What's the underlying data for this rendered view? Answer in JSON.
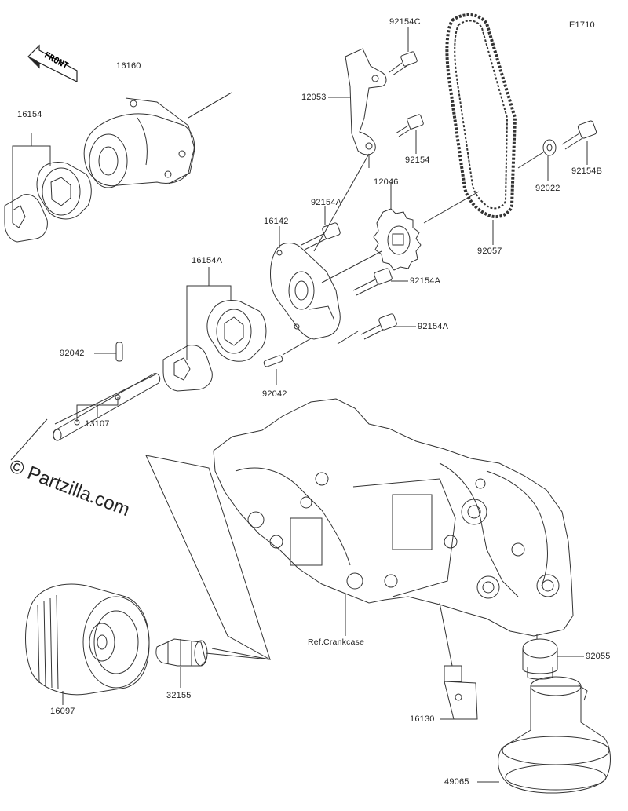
{
  "diagram": {
    "code": "E1710",
    "front_label": "FRONT",
    "watermark": "© Partzilla.com",
    "ref_label": "Ref.Crankcase",
    "parts": [
      {
        "id": "16160",
        "name": "16160"
      },
      {
        "id": "16154",
        "name": "16154"
      },
      {
        "id": "12053",
        "name": "12053"
      },
      {
        "id": "92154C",
        "name": "92154C"
      },
      {
        "id": "92154",
        "name": "92154"
      },
      {
        "id": "92022",
        "name": "92022"
      },
      {
        "id": "92154B",
        "name": "92154B"
      },
      {
        "id": "12046",
        "name": "12046"
      },
      {
        "id": "92154A_1",
        "name": "92154A"
      },
      {
        "id": "16142",
        "name": "16142"
      },
      {
        "id": "92057",
        "name": "92057"
      },
      {
        "id": "16154A",
        "name": "16154A"
      },
      {
        "id": "92154A_2",
        "name": "92154A"
      },
      {
        "id": "92154A_3",
        "name": "92154A"
      },
      {
        "id": "92042_1",
        "name": "92042"
      },
      {
        "id": "92042_2",
        "name": "92042"
      },
      {
        "id": "13107",
        "name": "13107"
      },
      {
        "id": "16097",
        "name": "16097"
      },
      {
        "id": "32155",
        "name": "32155"
      },
      {
        "id": "92055",
        "name": "92055"
      },
      {
        "id": "16130",
        "name": "16130"
      },
      {
        "id": "49065",
        "name": "49065"
      }
    ]
  }
}
